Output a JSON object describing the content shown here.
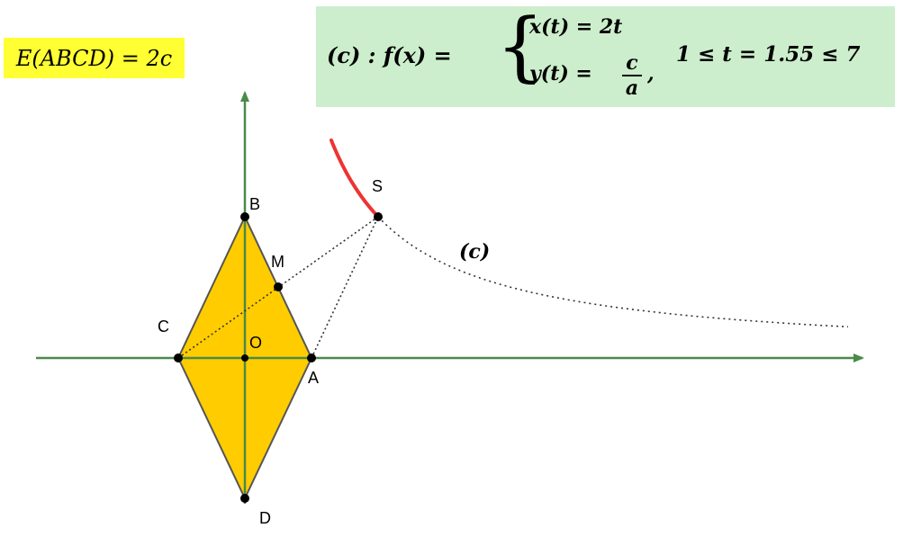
{
  "area_label": "E(ABCD) = 2c",
  "formula": {
    "lhs": "(c) :  f(x) =",
    "brace": "{",
    "x_eq": "x(t) = 2t",
    "y_eq_prefix": "y(t) =",
    "y_frac_num": "c",
    "y_frac_den": "a",
    "comma": ",",
    "range": "1 ≤ t = 1.55 ≤ 7"
  },
  "points": {
    "A": "A",
    "B": "B",
    "C": "C",
    "D": "D",
    "O": "O",
    "M": "M",
    "S": "S"
  },
  "curve_label": "(c)",
  "colors": {
    "rhombus_fill": "#ffcc00",
    "axis": "#4a8a4a",
    "curve_traced": "#ee3333",
    "area_box": "#ffff33",
    "formula_box": "#cceecc"
  }
}
